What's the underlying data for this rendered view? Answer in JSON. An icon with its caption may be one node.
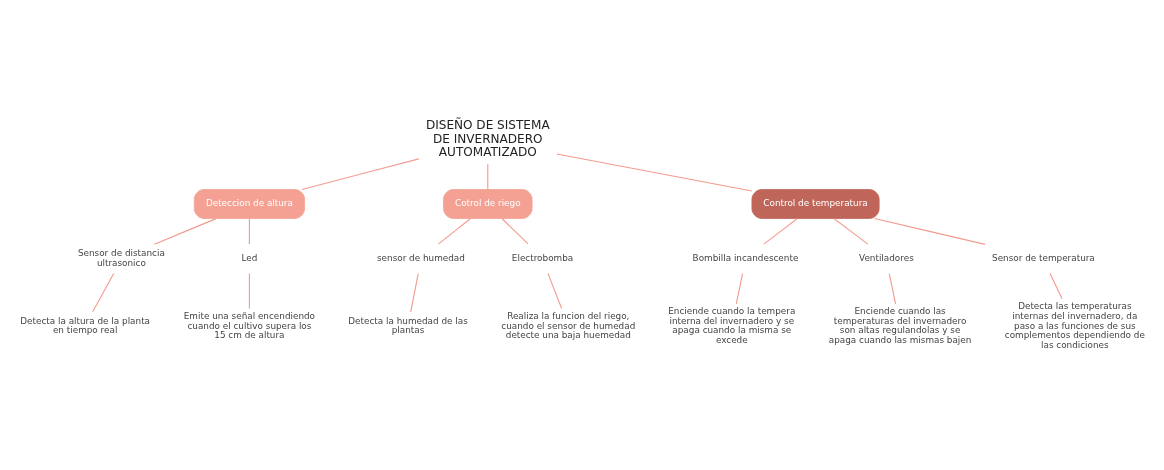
{
  "diagram": {
    "nodes": [
      {
        "text": [
          "DISEÑO DE SISTEMA DE INVERNADERO AUTOMATIZADO"
        ]
      },
      {
        "text": [
          "Deteccion de altura"
        ]
      },
      {
        "text": [
          "Sensor de distancia ultrasonico"
        ]
      },
      {
        "text": [
          "Led"
        ]
      },
      {
        "text": [
          "Detecta la altura de la planta en tiempo real"
        ]
      },
      {
        "text": [
          "Emite una señal encendiendo cuando el cultivo supera los 15 cm de altura"
        ]
      },
      {
        "text": [
          "Cotrol de riego"
        ]
      },
      {
        "text": [
          "sensor de humedad"
        ]
      },
      {
        "text": [
          "Electrobomba"
        ]
      },
      {
        "text": [
          "Detecta la humedad de las plantas"
        ]
      },
      {
        "text": [
          "Realiza la funcion del riego, cuando el sensor de humedad detecte una baja huemedad"
        ]
      },
      {
        "text": [
          "Control de temperatura"
        ]
      },
      {
        "text": [
          "Bombilla incandescente"
        ]
      },
      {
        "text": [
          "Ventiladores"
        ]
      },
      {
        "text": [
          "Sensor de temperatura"
        ]
      },
      {
        "text": [
          "Enciende cuando la tempera interna del invernadero y se apaga cuando la misma se excede"
        ]
      },
      {
        "text": [
          "Enciende cuando las temperaturas del invernadero son altas regulandolas y se apaga cuando las mismas bajen"
        ]
      },
      {
        "text": [
          "Detecta las temperaturas internas del invernadero, da paso a las funciones de sus complementos dependiendo de las condiciones"
        ]
      }
    ],
    "edges": [
      {
        "from": 0,
        "to": 1,
        "arrow": "none"
      },
      {
        "from": 1,
        "to": 2,
        "arrow": "none"
      },
      {
        "from": 1,
        "to": 3,
        "arrow": "none"
      },
      {
        "from": 2,
        "to": 4,
        "arrow": "none"
      },
      {
        "from": 3,
        "to": 5,
        "arrow": "none"
      },
      {
        "from": 0,
        "to": 6,
        "arrow": "none"
      },
      {
        "from": 6,
        "to": 7,
        "arrow": "none"
      },
      {
        "from": 6,
        "to": 8,
        "arrow": "none"
      },
      {
        "from": 7,
        "to": 9,
        "arrow": "none"
      },
      {
        "from": 8,
        "to": 10,
        "arrow": "none"
      },
      {
        "from": 0,
        "to": 11,
        "arrow": "none"
      },
      {
        "from": 11,
        "to": 12,
        "arrow": "none"
      },
      {
        "from": 11,
        "to": 13,
        "arrow": "none"
      },
      {
        "from": 11,
        "to": 14,
        "arrow": "none"
      },
      {
        "from": 12,
        "to": 15,
        "arrow": "none"
      },
      {
        "from": 13,
        "to": 16,
        "arrow": "none"
      },
      {
        "from": 14,
        "to": 17,
        "arrow": "none"
      }
    ]
  }
}
